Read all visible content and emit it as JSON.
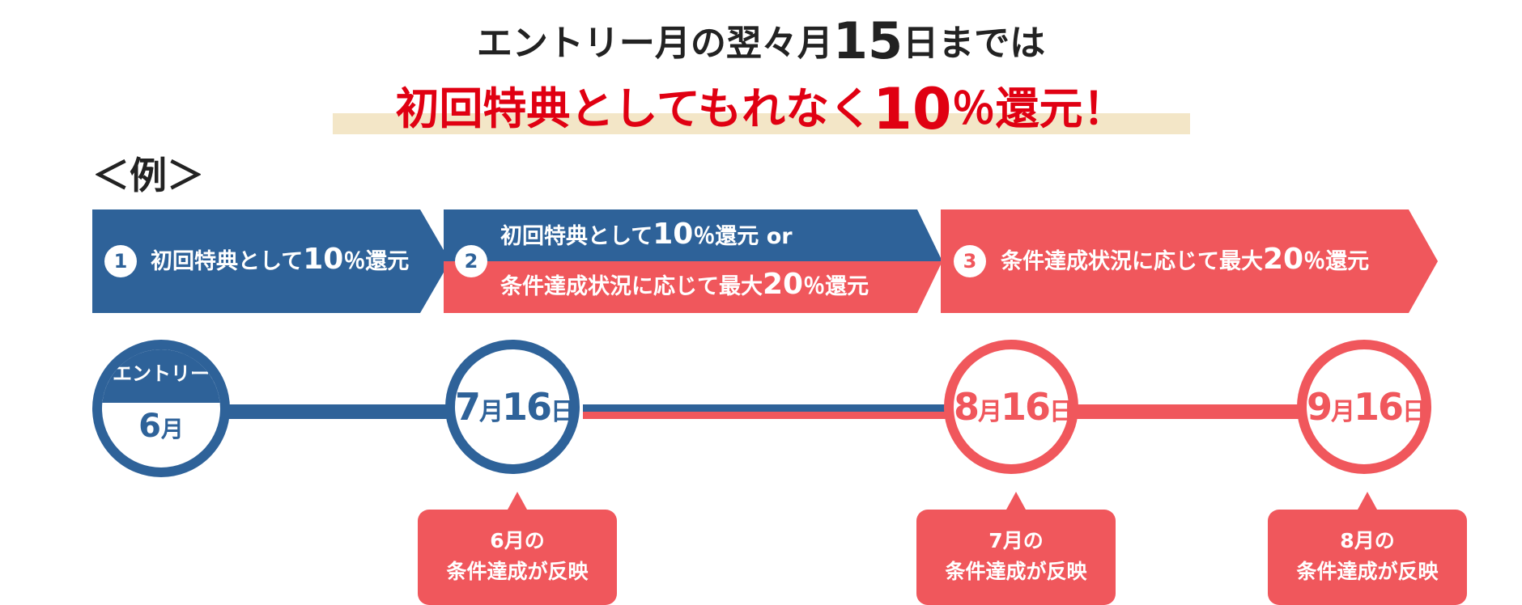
{
  "headline": {
    "line1_pre": "エントリー月の翌々月",
    "line1_num": "15",
    "line1_post": "日までは",
    "line2_pre": "初回特典としてもれなく",
    "line2_num": "10",
    "line2_post": "％還元！"
  },
  "example_label": "＜例＞",
  "banners": [
    {
      "number": "1",
      "pre": "初回特典として",
      "num": "10",
      "post": "％還元"
    },
    {
      "number": "2",
      "line1_pre": "初回特典として",
      "line1_num": "10",
      "line1_post": "％還元 or",
      "line2_pre": "条件達成状況に応じて最大",
      "line2_num": "20",
      "line2_post": "％還元"
    },
    {
      "number": "3",
      "pre": "条件達成状況に応じて最大",
      "num": "20",
      "post": "％還元"
    }
  ],
  "timeline": {
    "entry": {
      "label": "エントリー",
      "month_num": "6",
      "month_unit": "月"
    },
    "dates": [
      {
        "m": "7",
        "mu": "月",
        "d": "16",
        "du": "日"
      },
      {
        "m": "8",
        "mu": "月",
        "d": "16",
        "du": "日"
      },
      {
        "m": "9",
        "mu": "月",
        "d": "16",
        "du": "日"
      }
    ]
  },
  "callouts": [
    {
      "line1": "6月の",
      "line2": "条件達成が反映"
    },
    {
      "line1": "7月の",
      "line2": "条件達成が反映"
    },
    {
      "line1": "8月の",
      "line2": "条件達成が反映"
    }
  ],
  "colors": {
    "blue": "#2e6299",
    "red": "#f0575c",
    "headline_red": "#e00012",
    "highlight": "#f3e6c7"
  }
}
